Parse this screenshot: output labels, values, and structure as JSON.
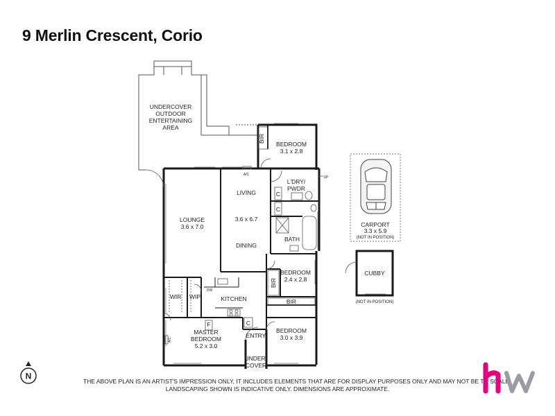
{
  "title": "9 Merlin Crescent, Corio",
  "rooms": {
    "outdoor": [
      "UNDERCOVER",
      "OUTDOOR",
      "ENTERTAINING",
      "AREA"
    ],
    "bedroom1": {
      "name": "BEDROOM",
      "dims": "3.1 x 2.8"
    },
    "bir1": "BIR",
    "laundry": [
      "L'DRY/",
      "PWDR"
    ],
    "up": "UP",
    "ac1": "A/C",
    "living": "LIVING",
    "living_dims": "3.6 x 6.7",
    "dining": "DINING",
    "lounge": {
      "name": "LOUNGE",
      "dims": "3.6 x 7.0"
    },
    "c1": "C",
    "c2": "C",
    "bath": "BATH",
    "bedroom2": {
      "name": "BEDROOM",
      "dims": "2.4 x 2.8"
    },
    "bir2": "BIR",
    "bir3": "BIR",
    "wir": "WIR",
    "wip": "WIP",
    "dw": "DW",
    "kitchen": "KITCHEN",
    "fridge": "F",
    "c3": "C",
    "master": {
      "name": [
        "MASTER",
        "BEDROOM"
      ],
      "dims": "5.2 x 3.0"
    },
    "ac2": "A/C",
    "entry": "ENTRY",
    "undercover": [
      "UNDER-",
      "COVER"
    ],
    "bedroom3": {
      "name": "BEDROOM",
      "dims": "3.0 x 3.9"
    },
    "carport": {
      "name": "CARPORT",
      "dims": "3.3 x 5.9",
      "note": "(NOT IN POSITION)"
    },
    "cubby": {
      "name": "CUBBY",
      "note": "(NOT IN POSITION)"
    }
  },
  "compass_label": "N",
  "disclaimer": [
    "THE ABOVE PLAN IS AN ARTIST'S IMPRESSION ONLY, IT INCLUDES ELEMENTS THAT ARE FOR DISPLAY PURPOSES ONLY AND MAY NOT BE TO SCALE.",
    "LANDSCAPING SHOWN IS INDICATIVE ONLY. DIMENSIONS ARE APPROXIMATE."
  ],
  "logo": {
    "text": "hw",
    "color_h": "#e6007e",
    "color_w": "#9b9ba3"
  },
  "colors": {
    "wall": "#1a1a1a",
    "thin": "#555555"
  }
}
